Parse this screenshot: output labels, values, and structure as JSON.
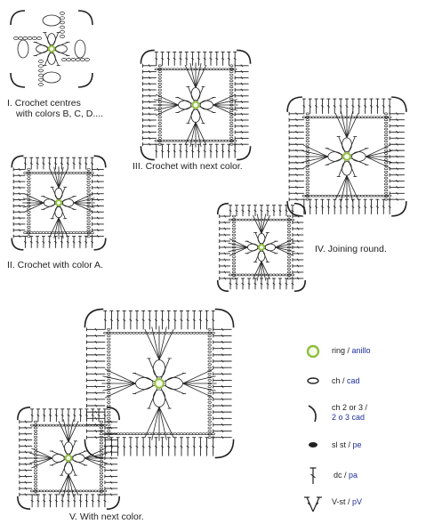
{
  "captions": {
    "step1_line1": "I. Crochet centres",
    "step1_line2": "with colors B, C, D....",
    "step2": "II. Crochet with color A.",
    "step3": "III. Crochet with next color.",
    "step4": "IV. Joining round.",
    "step5": "V. With next color."
  },
  "legend": [
    {
      "icon": "ring-icon",
      "en": "ring",
      "es": "anillo"
    },
    {
      "icon": "chain-icon",
      "en": "ch",
      "es": "cad"
    },
    {
      "icon": "chain-arc-icon",
      "en": "ch 2 or 3",
      "es": "2 o 3 cad"
    },
    {
      "icon": "slip-stitch-icon",
      "en": "sl st",
      "es": "pe"
    },
    {
      "icon": "double-crochet-icon",
      "en": "dc",
      "es": "pa"
    },
    {
      "icon": "v-stitch-icon",
      "en": "V-st",
      "es": "pV"
    }
  ],
  "colors": {
    "ring": "#8fbf3f",
    "ink": "#222222",
    "spanish": "#1f2f9a"
  }
}
